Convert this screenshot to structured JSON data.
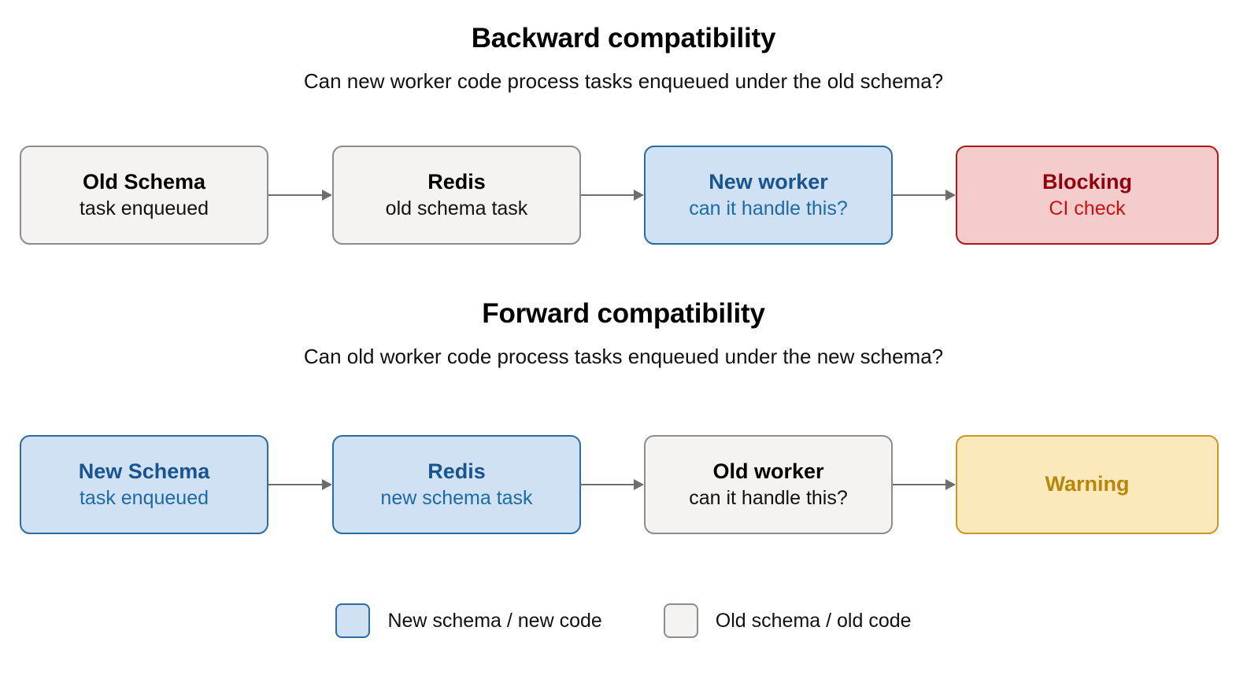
{
  "sections": [
    {
      "id": "backward",
      "title": "Backward compatibility",
      "subtitle": "Can new worker code process tasks enqueued under the old schema?",
      "nodes": [
        {
          "line1": "Old Schema",
          "line2": "task enqueued",
          "variant": "grey"
        },
        {
          "line1": "Redis",
          "line2": "old schema task",
          "variant": "grey"
        },
        {
          "line1": "New worker",
          "line2": "can it handle this?",
          "variant": "blue"
        },
        {
          "line1": "Blocking",
          "line2": "CI check",
          "variant": "red"
        }
      ]
    },
    {
      "id": "forward",
      "title": "Forward compatibility",
      "subtitle": "Can old worker code process tasks enqueued under the new schema?",
      "nodes": [
        {
          "line1": "New Schema",
          "line2": "task enqueued",
          "variant": "blue"
        },
        {
          "line1": "Redis",
          "line2": "new schema task",
          "variant": "blue"
        },
        {
          "line1": "Old worker",
          "line2": "can it handle this?",
          "variant": "grey"
        },
        {
          "line1": "Warning",
          "line2": "",
          "variant": "yellow"
        }
      ]
    }
  ],
  "legend": [
    {
      "label": "New schema / new code",
      "variant": "blue"
    },
    {
      "label": "Old schema / old code",
      "variant": "grey"
    }
  ],
  "colors": {
    "grey_fill": "#f4f3f1",
    "grey_border": "#8c8c8c",
    "blue_fill": "#cfe1f3",
    "blue_border": "#2b6ca3",
    "blue_text_bold": "#18548f",
    "blue_text": "#1e6aa4",
    "red_fill": "#f5cccc",
    "red_border": "#a81c1c",
    "red_text_bold": "#93000d",
    "red_text": "#cc1111",
    "yellow_fill": "#fbe9bc",
    "yellow_border": "#c8992a",
    "yellow_text": "#b8860b",
    "arrow": "#6d6d6d",
    "background": "#ffffff"
  }
}
